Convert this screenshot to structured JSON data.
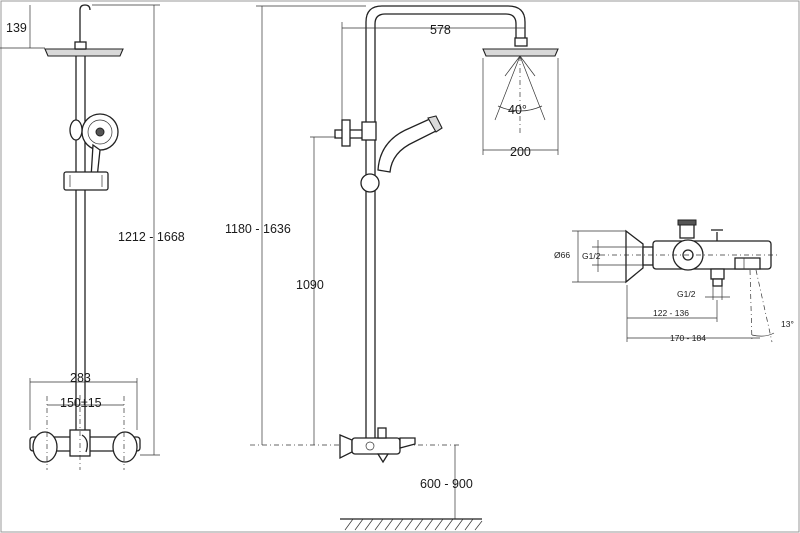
{
  "dimensions": {
    "d139": "139",
    "d1212_1668": "1212 - 1668",
    "d283": "283",
    "d150": "150±15",
    "d578": "578",
    "d40deg": "40°",
    "d200": "200",
    "d1180_1636": "1180 - 1636",
    "d1090": "1090",
    "d600_900": "600 - 900",
    "d66": "Ø66",
    "g12_vertical": "G1/2",
    "g12_bottom": "G1/2",
    "d122_136": "122 - 136",
    "d170_184": "170 - 184",
    "d13deg": "13°"
  },
  "colors": {
    "line": "#222222",
    "fill_gray": "#d9d9d9",
    "background": "#ffffff"
  }
}
